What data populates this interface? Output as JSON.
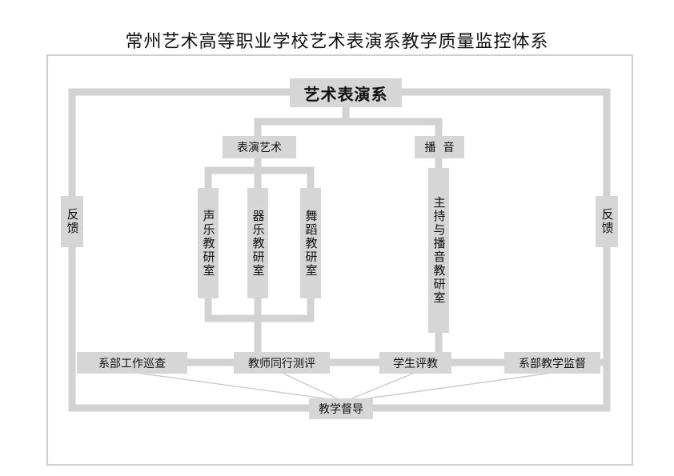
{
  "title": "常州艺术高等职业学校艺术表演系教学质量监控体系",
  "root": "艺术表演系",
  "branches": {
    "performance": "表演艺术",
    "broadcast": "播  音"
  },
  "labs": {
    "vocal": "声乐教研室",
    "instrumental": "器乐教研室",
    "dance": "舞蹈教研室",
    "hosting": "主持与播音教研室"
  },
  "evaluations": {
    "dept_inspection": "系部工作巡查",
    "peer_review": "教师同行测评",
    "student_eval": "学生评教",
    "dept_supervision": "系部教学监督"
  },
  "supervision": "教学督导",
  "feedback_left": "反馈",
  "feedback_right": "反馈",
  "colors": {
    "box": "#d6d6d6",
    "line": "#d2d2d2",
    "frame": "#cfcfcf"
  }
}
